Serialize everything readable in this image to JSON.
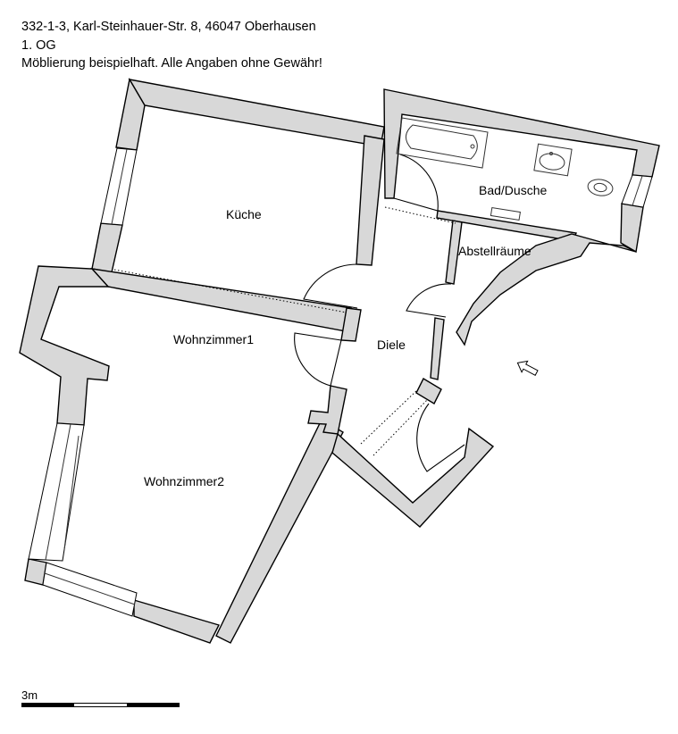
{
  "header": {
    "address": "332-1-3, Karl-Steinhauer-Str. 8, 46047 Oberhausen",
    "floor": "1. OG",
    "disclaimer": "Möblierung beispielhaft. Alle Angaben ohne Gewähr!"
  },
  "rooms": {
    "kueche": "Küche",
    "bad": "Bad/Dusche",
    "abstell": "Abstellräume",
    "wohn1": "Wohnzimmer1",
    "diele": "Diele",
    "wohn2": "Wohnzimmer2"
  },
  "scale": {
    "label": "3m"
  },
  "icons": {
    "entrance": "entrance-arrow-icon"
  }
}
